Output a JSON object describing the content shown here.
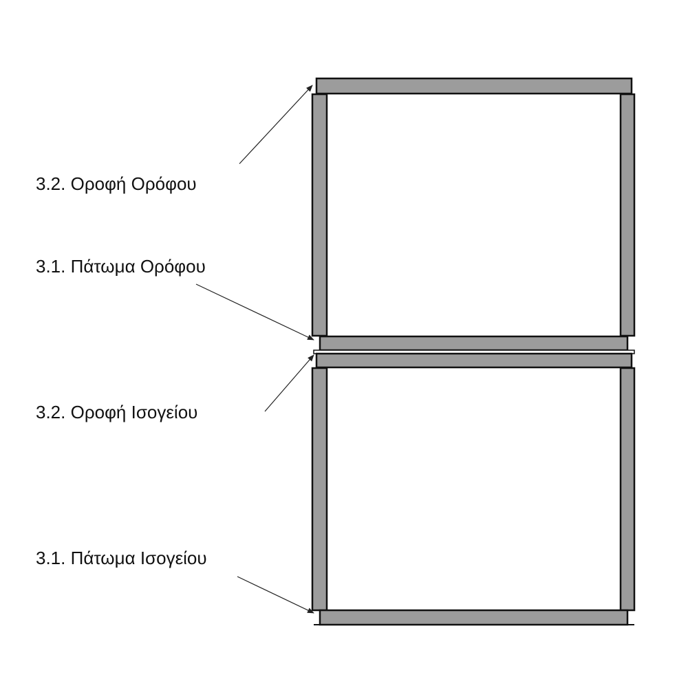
{
  "labels": {
    "upper_ceiling": "3.2. Οροφή Ορόφου",
    "upper_floor": "3.1. Πάτωμα Ορόφου",
    "ground_ceiling": "3.2. Οροφή Ισογείου",
    "ground_floor": "3.1. Πάτωμα Ισογείου"
  },
  "colors": {
    "element_fill": "#9c9c9c",
    "outline": "#111111"
  }
}
